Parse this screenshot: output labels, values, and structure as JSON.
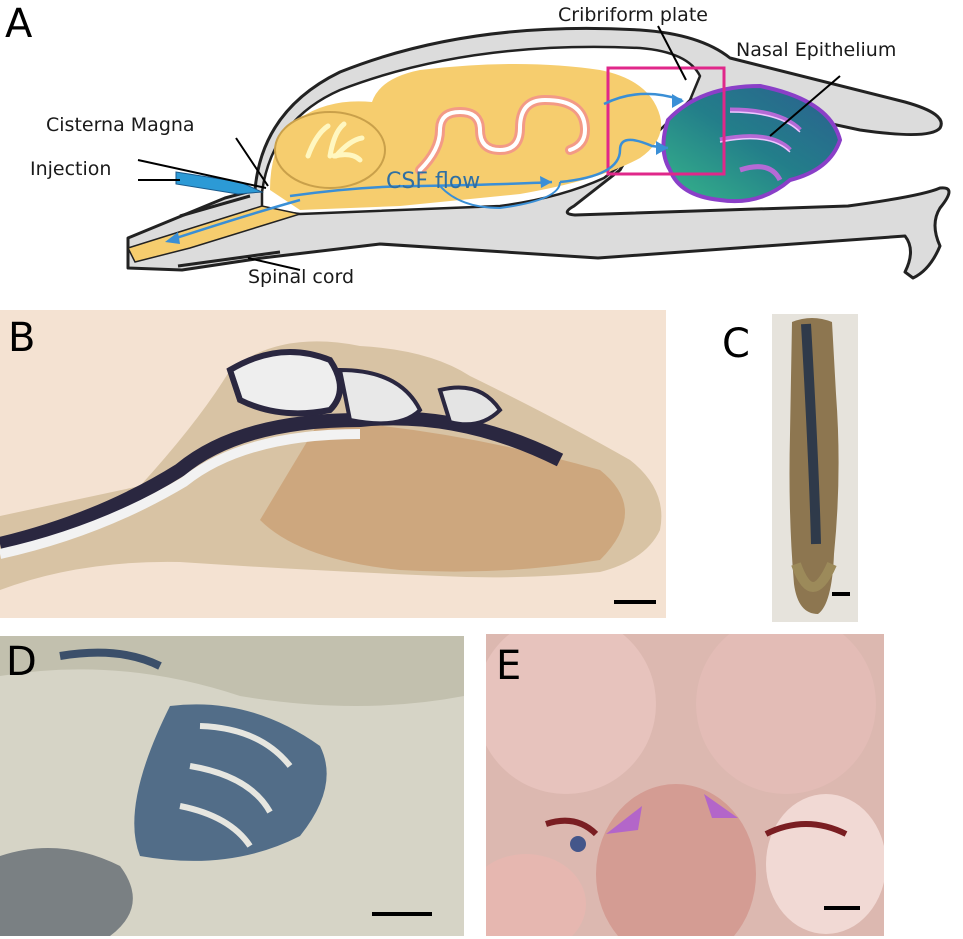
{
  "panels": {
    "a": {
      "letter": "A"
    },
    "b": {
      "letter": "B"
    },
    "c": {
      "letter": "C"
    },
    "d": {
      "letter": "D"
    },
    "e": {
      "letter": "E"
    }
  },
  "labels": {
    "cribriform": "Cribriform plate",
    "nasal": "Nasal Epithelium",
    "cisterna": "Cisterna Magna",
    "injection": "Injection",
    "csf": "CSF flow",
    "spinal": "Spinal cord"
  },
  "colors": {
    "brain": "#f6cd6e",
    "skull": "#dcdcdc",
    "csf_arrow": "#3a8fd6",
    "highlight_box": "#e0278a",
    "nasal_fill": "#2a8c8a",
    "nasal_outline": "#8a3fc8",
    "arrowhead": "#b366c9"
  }
}
